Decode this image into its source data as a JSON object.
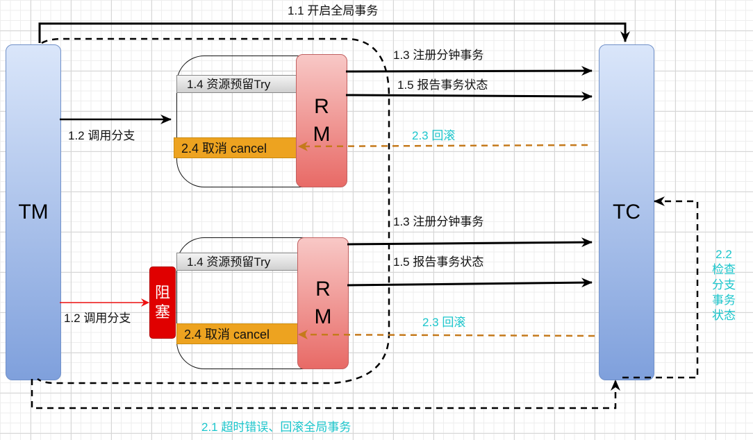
{
  "actors": {
    "tm": "TM",
    "tc": "TC",
    "rm_top": [
      "R",
      "M"
    ],
    "rm_bottom": [
      "R",
      "M"
    ]
  },
  "blocked_badge": [
    "阻",
    "塞"
  ],
  "branches": [
    {
      "try_label": "1.4 资源预留Try",
      "cancel_label": "2.4 取消 cancel",
      "call_label": "1.2 调用分支",
      "register_label": "1.3 注册分钟事务",
      "report_label": "1.5 报告事务状态",
      "rollback_label": "2.3 回滚"
    },
    {
      "try_label": "1.4 资源预留Try",
      "cancel_label": "2.4 取消 cancel",
      "call_label": "1.2 调用分支",
      "register_label": "1.3 注册分钟事务",
      "report_label": "1.5 报告事务状态",
      "rollback_label": "2.3 回滚"
    }
  ],
  "edges": {
    "begin_global": "1.1 开启全局事务",
    "timeout_rollback": "2.1 超时错误、回滚全局事务",
    "check_branch": [
      "2.2",
      "检查",
      "分支",
      "事务",
      "状态"
    ]
  },
  "colors": {
    "cyan_text": "#1cc6cc",
    "rollback_line": "#c57a1c",
    "block_red": "#e00000",
    "cancel_orange": "#eda320"
  }
}
